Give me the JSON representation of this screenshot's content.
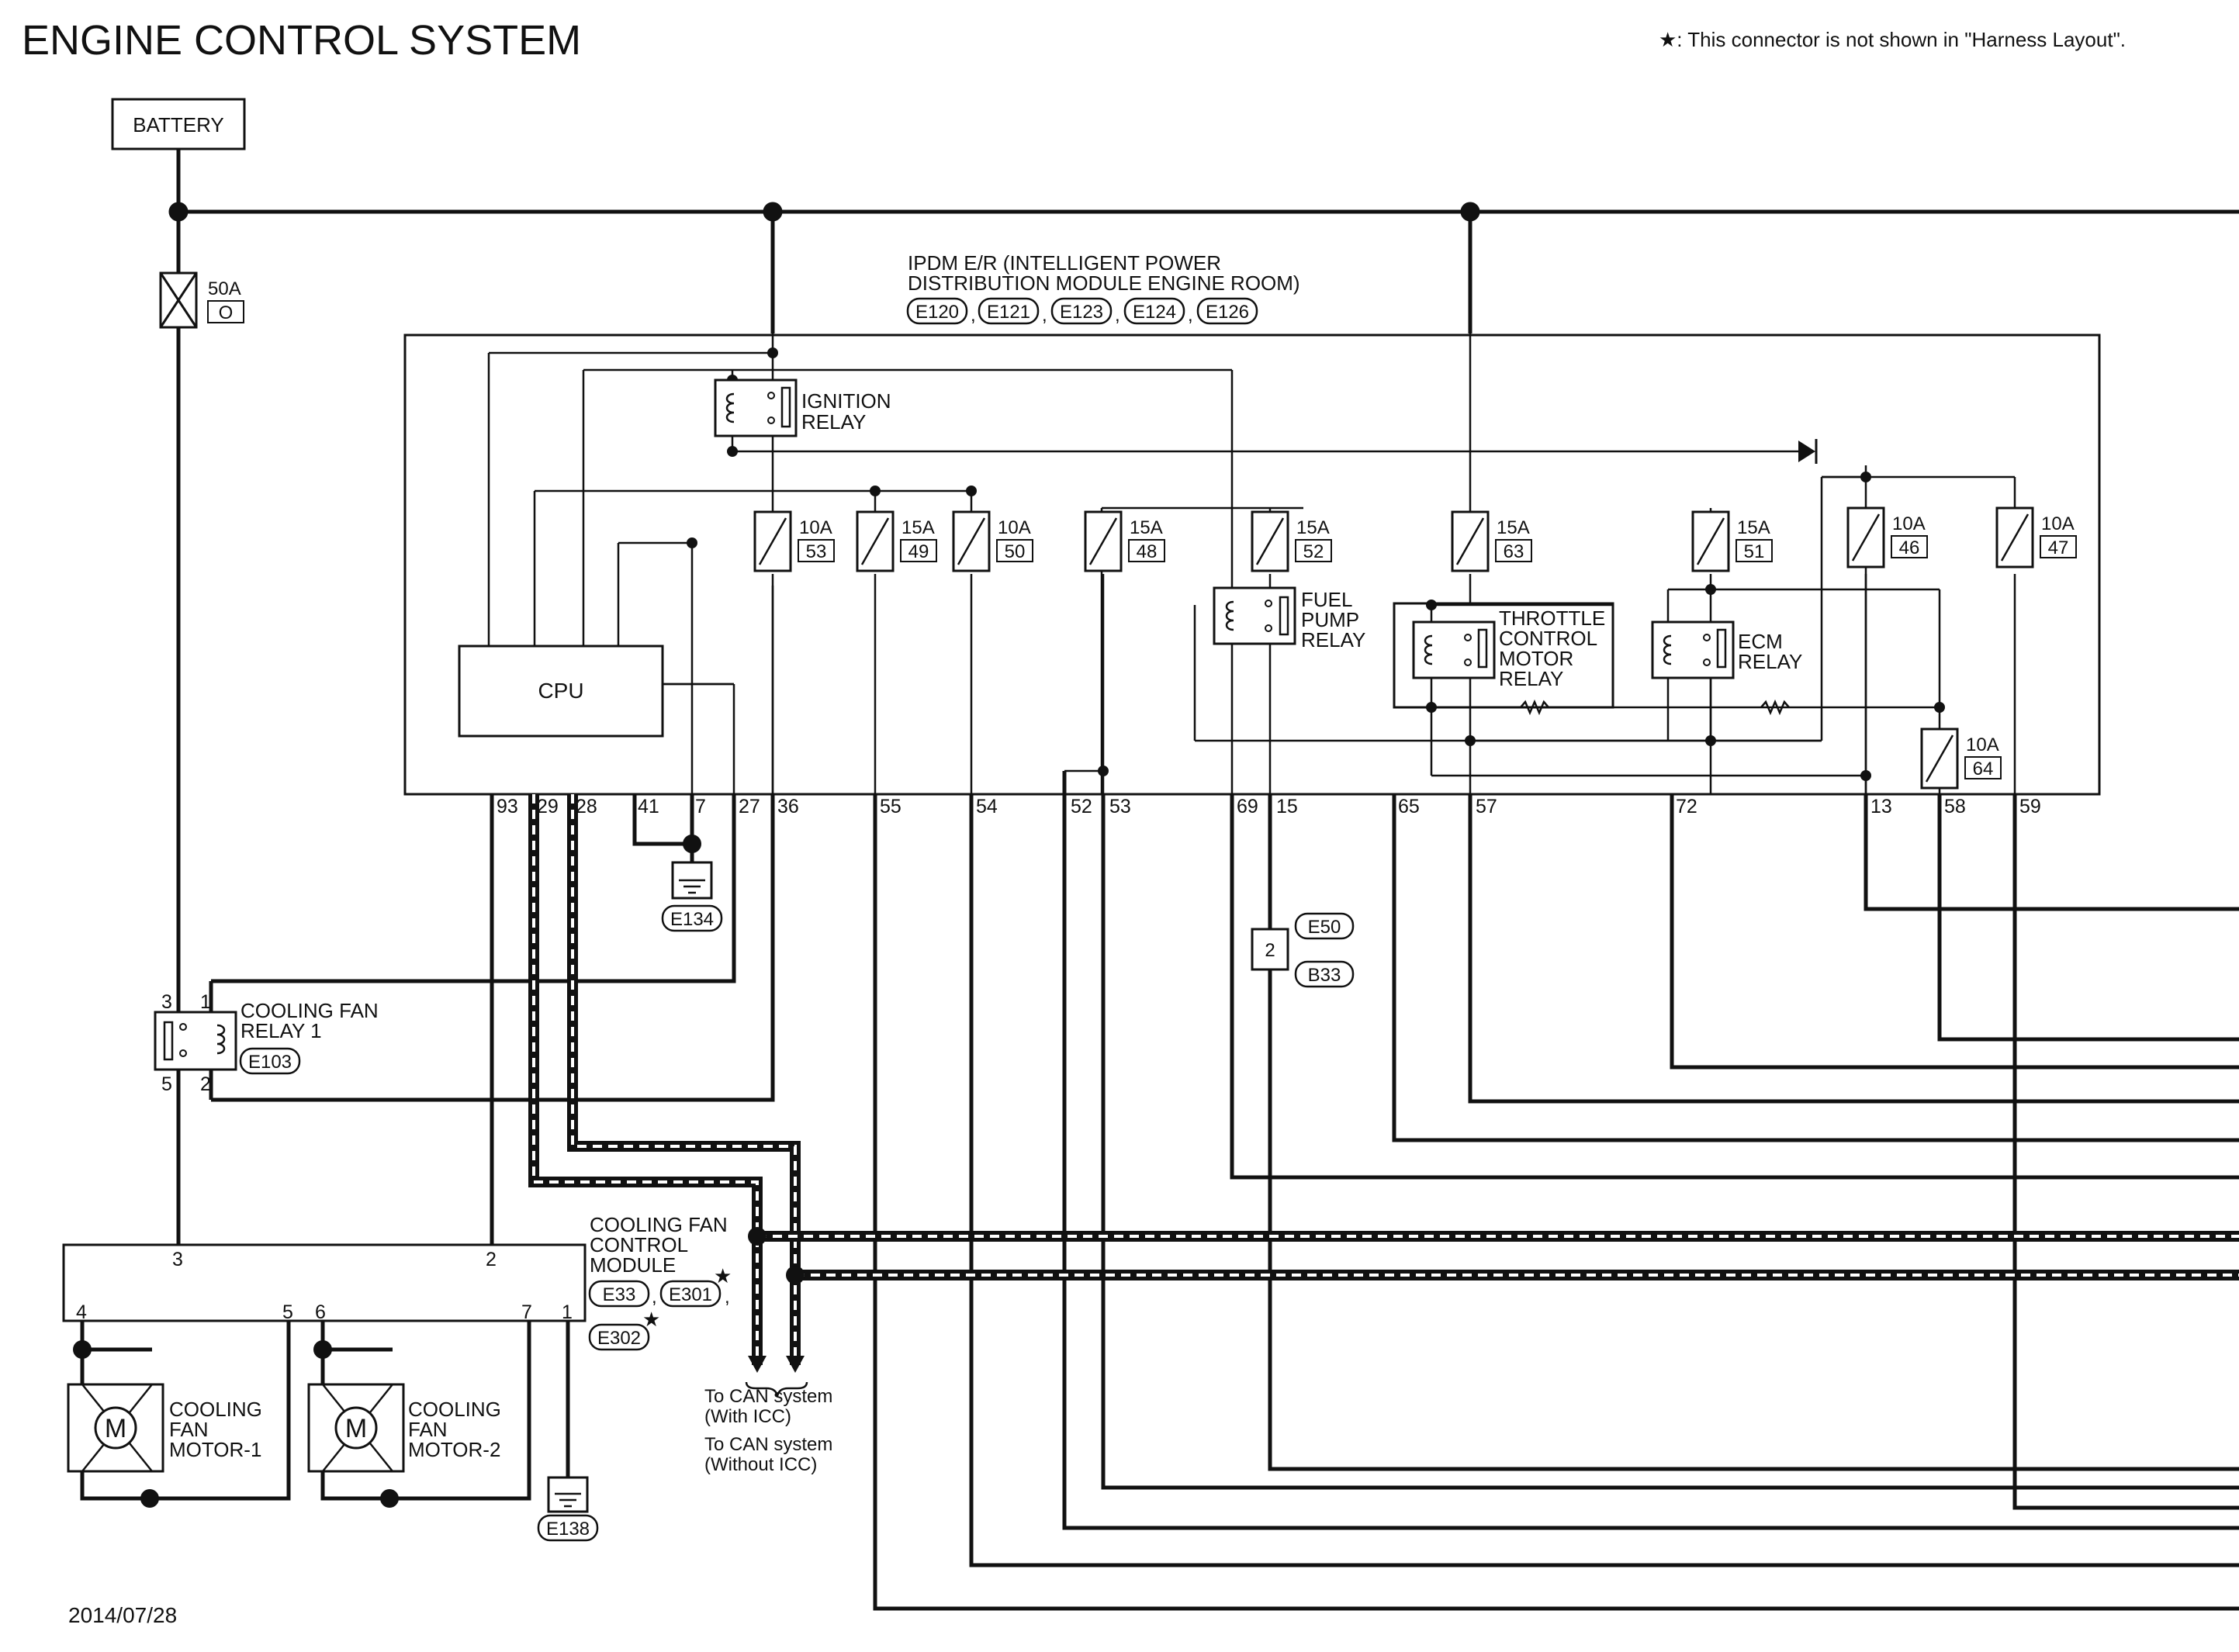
{
  "title": "ENGINE CONTROL SYSTEM",
  "note": "★: This connector is not shown in \"Harness Layout\".",
  "date": "2014/07/28",
  "battery": "BATTERY",
  "main_fuse": {
    "rating": "50A",
    "id": "O"
  },
  "ipdm": {
    "name_line1": "IPDM E/R (INTELLIGENT POWER",
    "name_line2": "DISTRIBUTION MODULE ENGINE ROOM)",
    "connectors": [
      "E120",
      "E121",
      "E123",
      "E124",
      "E126"
    ],
    "cpu": "CPU",
    "ignition_relay": [
      "IGNITION",
      "RELAY"
    ],
    "fuel_pump_relay": [
      "FUEL",
      "PUMP",
      "RELAY"
    ],
    "throttle_relay": [
      "THROTTLE",
      "CONTROL",
      "MOTOR",
      "RELAY"
    ],
    "ecm_relay": [
      "ECM",
      "RELAY"
    ],
    "fuses": [
      {
        "rating": "10A",
        "num": "53"
      },
      {
        "rating": "15A",
        "num": "49"
      },
      {
        "rating": "10A",
        "num": "50"
      },
      {
        "rating": "15A",
        "num": "48"
      },
      {
        "rating": "15A",
        "num": "52"
      },
      {
        "rating": "15A",
        "num": "63"
      },
      {
        "rating": "15A",
        "num": "51"
      },
      {
        "rating": "10A",
        "num": "46"
      },
      {
        "rating": "10A",
        "num": "47"
      },
      {
        "rating": "10A",
        "num": "64"
      }
    ],
    "terminals": [
      "93",
      "29",
      "28",
      "41",
      "7",
      "27",
      "36",
      "55",
      "54",
      "52",
      "53",
      "69",
      "15",
      "65",
      "57",
      "72",
      "13",
      "58",
      "59"
    ]
  },
  "ground_e134": "E134",
  "ground_e138": "E138",
  "connector_e50": {
    "pin": "2",
    "a": "E50",
    "b": "B33"
  },
  "cooling_fan_relay": {
    "line1": "COOLING FAN",
    "line2": "RELAY 1",
    "connector": "E103",
    "pins": [
      "3",
      "1",
      "5",
      "2"
    ]
  },
  "cooling_fan_module": {
    "line1": "COOLING FAN",
    "line2": "CONTROL",
    "line3": "MODULE",
    "connectors": [
      "E33",
      "E301",
      "E302"
    ],
    "pins": [
      "3",
      "2",
      "4",
      "5",
      "6",
      "7",
      "1"
    ]
  },
  "fan_motor_1": [
    "COOLING",
    "FAN",
    "MOTOR-1"
  ],
  "fan_motor_2": [
    "COOLING",
    "FAN",
    "MOTOR-2"
  ],
  "motor_symbol": "M",
  "can_note": [
    "To CAN system",
    "(With ICC)",
    "To CAN system",
    "(Without ICC)"
  ],
  "star": "★",
  "comma": ","
}
